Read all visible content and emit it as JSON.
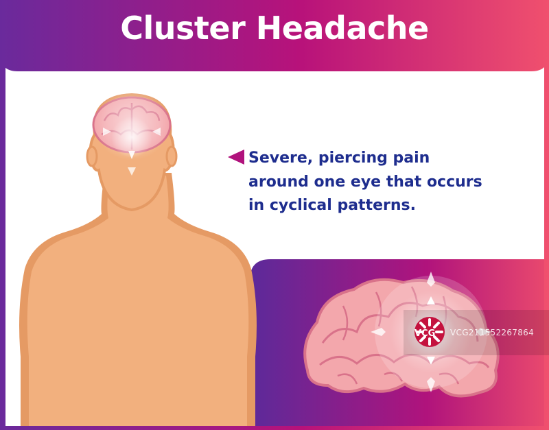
{
  "header": {
    "title": "Cluster Headache"
  },
  "description": {
    "lines": [
      "Severe, piercing pain",
      "around one eye that occurs",
      "in cyclical patterns."
    ]
  },
  "watermark": {
    "logo": "VCG",
    "id_text": "VCG211552267864"
  },
  "colors": {
    "gradient_start": "#6a2a9c",
    "gradient_mid": "#b8127a",
    "gradient_end": "#f0506e",
    "text_blue": "#1e2d8e",
    "skin": "#f2b07e",
    "brain_pink": "#f3a7ac"
  },
  "icons": [
    "pointer-arrow-icon",
    "body-silhouette",
    "brain-icon",
    "pain-burst-icon",
    "vcg-logo-icon"
  ]
}
